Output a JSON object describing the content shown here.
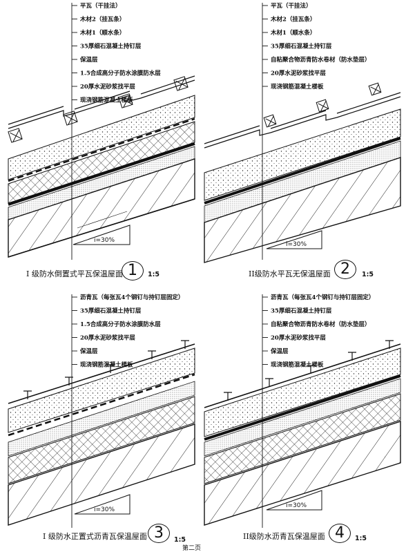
{
  "panels": [
    {
      "layers": [
        "平瓦（干挂法）",
        "木材2（挂瓦条）",
        "木材1（顺水条）",
        "35厚细石混凝土持钉层",
        "保温层",
        "1.5合成高分子防水涂膜防水层",
        "20厚水泥砂浆找平层",
        "现浇钢筋混凝土楼板"
      ],
      "slope": "i=30%",
      "caption": "I 级防水倒置式平瓦保温屋面",
      "number": "1",
      "scale": "1:5"
    },
    {
      "layers": [
        "平瓦（干挂法）",
        "木材2（挂瓦条）",
        "木材1（顺水条）",
        "35厚细石混凝土持钉层",
        "自粘聚合物沥青防水卷材（防水垫层）",
        "20厚水泥砂浆找平层",
        "现浇钢筋混凝土楼板"
      ],
      "slope": "i=30%",
      "caption": "II级防水平瓦无保温屋面",
      "number": "2",
      "scale": "1:5"
    },
    {
      "layers": [
        "沥青瓦（每张瓦4个钢钉与持钉层固定）",
        "35厚细石混凝土持钉层",
        "1.5合成高分子防水涂膜防水层",
        "20厚水泥砂浆找平层",
        "保温层",
        "现浇钢筋混凝土楼板"
      ],
      "slope": "i=30%",
      "caption": "I 级防水正置式沥青瓦保温屋面",
      "number": "3",
      "scale": "1:5"
    },
    {
      "layers": [
        "沥青瓦（每张瓦4个钢钉与持钉层固定）",
        "35厚细石混凝土持钉层",
        "自粘聚合物沥青防水卷材（防水垫层）",
        "20厚水泥砂浆找平层",
        "保温层",
        "现浇钢筋混凝土楼板"
      ],
      "slope": "i=30%",
      "caption": "II级防水沥青瓦保温屋面",
      "number": "4",
      "scale": "1:5"
    }
  ],
  "page_label": "第二页"
}
